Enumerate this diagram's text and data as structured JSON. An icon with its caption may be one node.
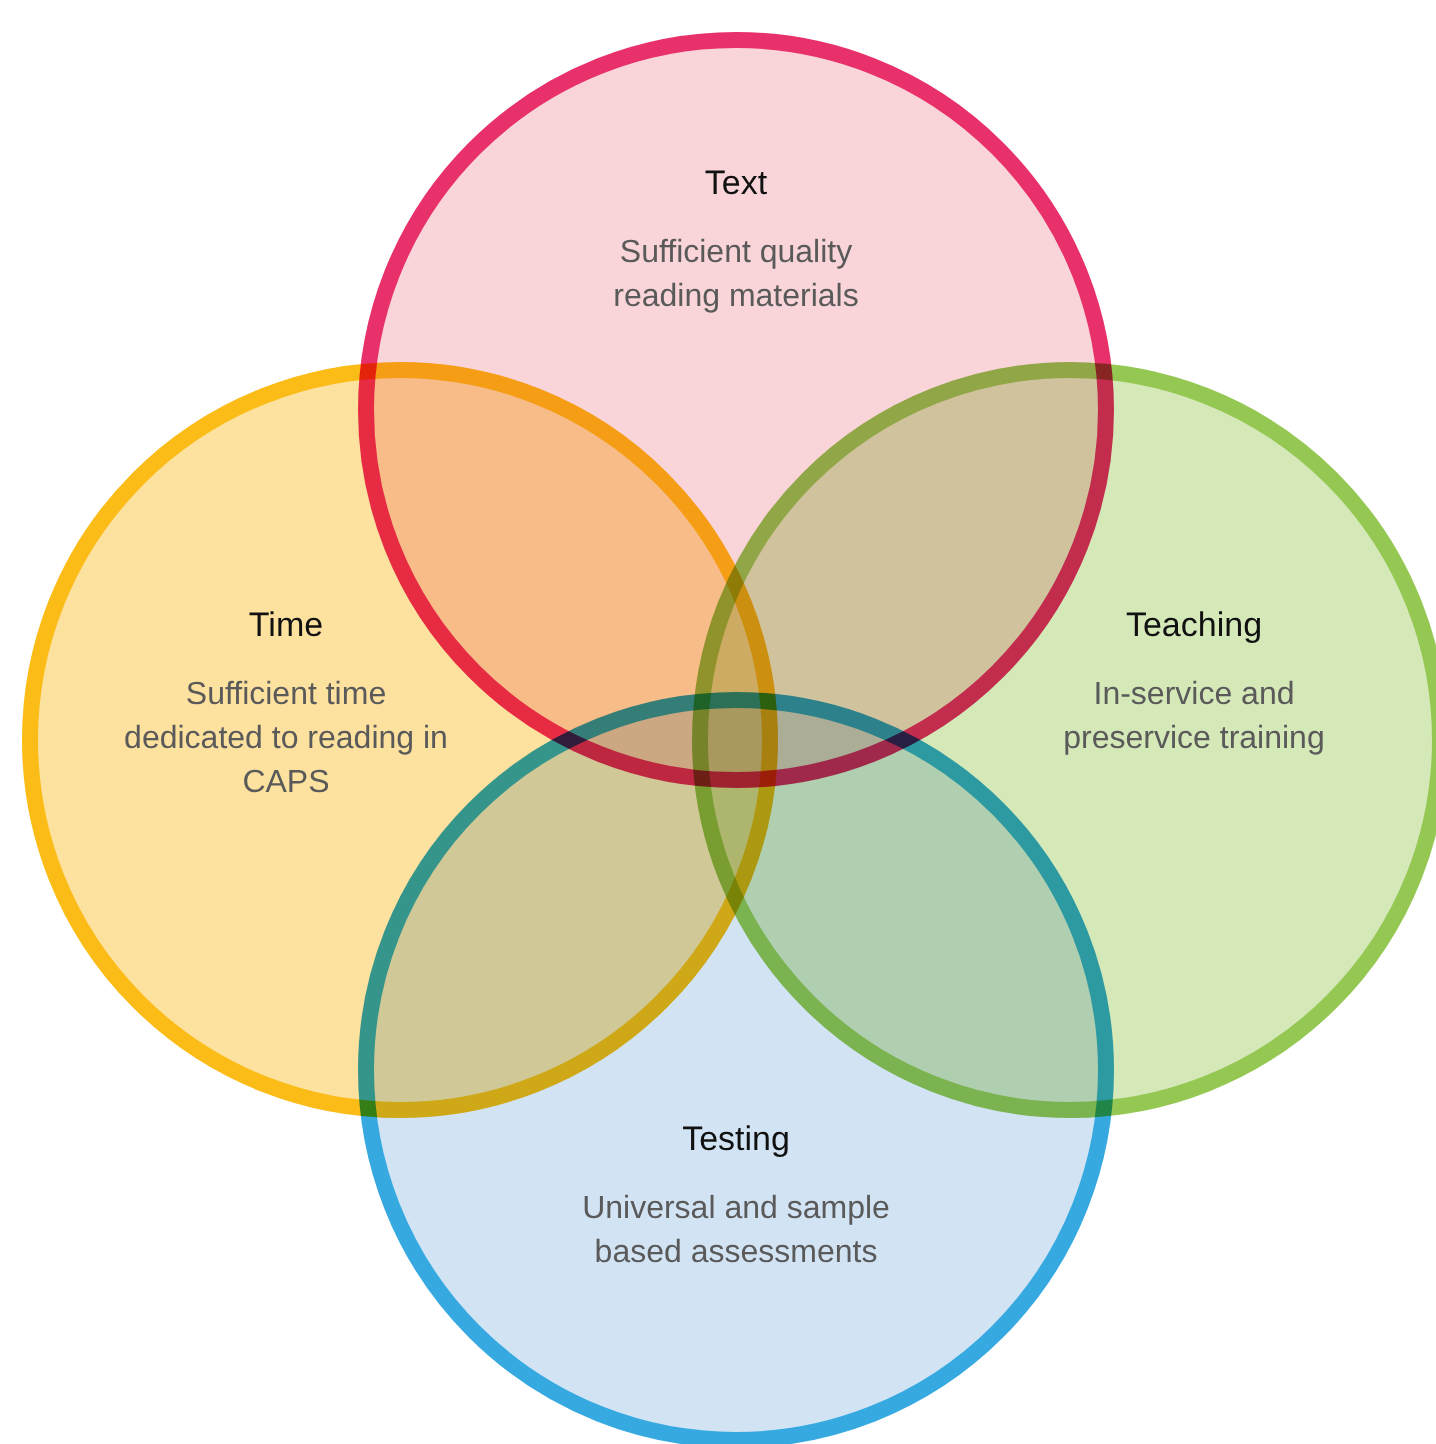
{
  "diagram": {
    "nodes": [
      {
        "text": [
          "Text",
          "Sufficient quality reading materials"
        ]
      },
      {
        "text": [
          "Time",
          "Sufficient time dedicated to reading in CAPS"
        ]
      },
      {
        "text": [
          "Teaching",
          "In-service and preservice training"
        ]
      },
      {
        "text": [
          "Testing",
          "Universal and sample based assessments"
        ]
      }
    ]
  }
}
